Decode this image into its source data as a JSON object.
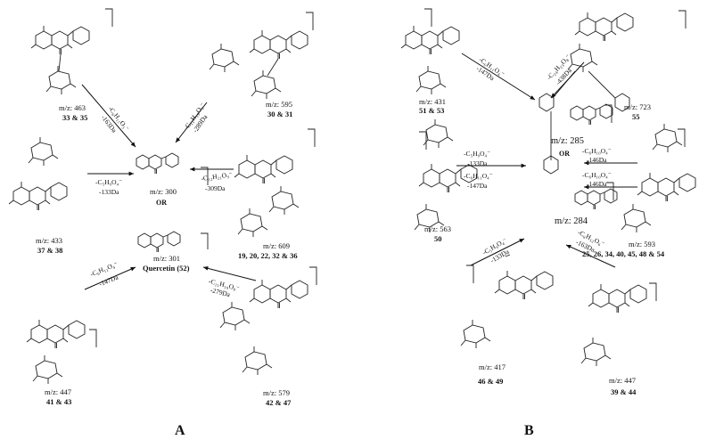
{
  "panels": {
    "a": "A",
    "b": "B"
  },
  "panel_a": {
    "top_left": {
      "mz": "m/z: 463",
      "compounds": "33 & 35"
    },
    "top_mid": {
      "mz": "m/z: 595",
      "compounds": "30 & 31"
    },
    "left": {
      "mz": "m/z: 433",
      "compounds": "37 & 38"
    },
    "right": {
      "mz": "m/z: 609",
      "compounds": "19, 20, 22, 32 & 36"
    },
    "bottom_left": {
      "mz": "m/z: 447",
      "compounds": "41 & 43"
    },
    "bottom_right": {
      "mz": "m/z: 579",
      "compounds": "42 & 47"
    },
    "center_upper": {
      "mz": "m/z: 300",
      "or": "OR"
    },
    "center_lower": {
      "mz": "m/z: 301",
      "name": "Quercetin (52)"
    },
    "losses": {
      "tl": {
        "formula": "-C₆H₁₁O₅⁻",
        "da": "-163Da"
      },
      "tm": {
        "formula": "-C₁₁H₁₉O₉⁻",
        "da": "-289Da"
      },
      "l": {
        "formula": "-C₅H₉O₄⁻",
        "da": "-133Da"
      },
      "r": {
        "formula": "-C₁₂H₂₁O₉⁻",
        "da": "-309Da"
      },
      "bl": {
        "formula": "-C₆H₁₁O₄⁻",
        "da": "-147Da"
      },
      "br": {
        "formula": "-C₁₁H₁₉O₈⁻",
        "da": "-279Da"
      }
    }
  },
  "panel_b": {
    "top_left": {
      "mz": "m/z: 431",
      "compounds": "51 & 53"
    },
    "top_right": {
      "mz": "m/z: 723",
      "compounds": "55"
    },
    "left": {
      "mz": "m/z: 563",
      "compounds": "50"
    },
    "right": {
      "mz": "m/z: 593",
      "compounds": "25, 26, 34, 40, 45, 48 & 54"
    },
    "bottom_left": {
      "mz": "m/z: 417",
      "compounds": "46 & 49"
    },
    "bottom_right": {
      "mz": "m/z: 447",
      "compounds": "39 & 44"
    },
    "center_upper": {
      "mz": "m/z: 285",
      "or": "OR"
    },
    "center_lower": {
      "mz": "m/z: 284"
    },
    "losses": {
      "tl": {
        "formula": "-C₆H₁₁O₄⁻",
        "da": "-147Da"
      },
      "tr": {
        "formula": "-C₂₄H₂₃O₈⁻",
        "da": "-438Da"
      },
      "l1": {
        "formula": "-C₅H₉O₄⁻",
        "da": "-133Da"
      },
      "l2": {
        "formula": "-C₆H₁₁O₄⁻",
        "da": "-147Da"
      },
      "r1": {
        "formula": "-C₆H₁₀O₄⁻",
        "da": "-146Da"
      },
      "r2": {
        "formula": "-C₆H₁₀O₄⁻",
        "da": "-146Da"
      },
      "bl": {
        "formula": "-C₅H₉O₄⁻",
        "da": "-133Da"
      },
      "br": {
        "formula": "-C₆H₁₂O₆⁻",
        "da": "-163Da"
      }
    }
  }
}
